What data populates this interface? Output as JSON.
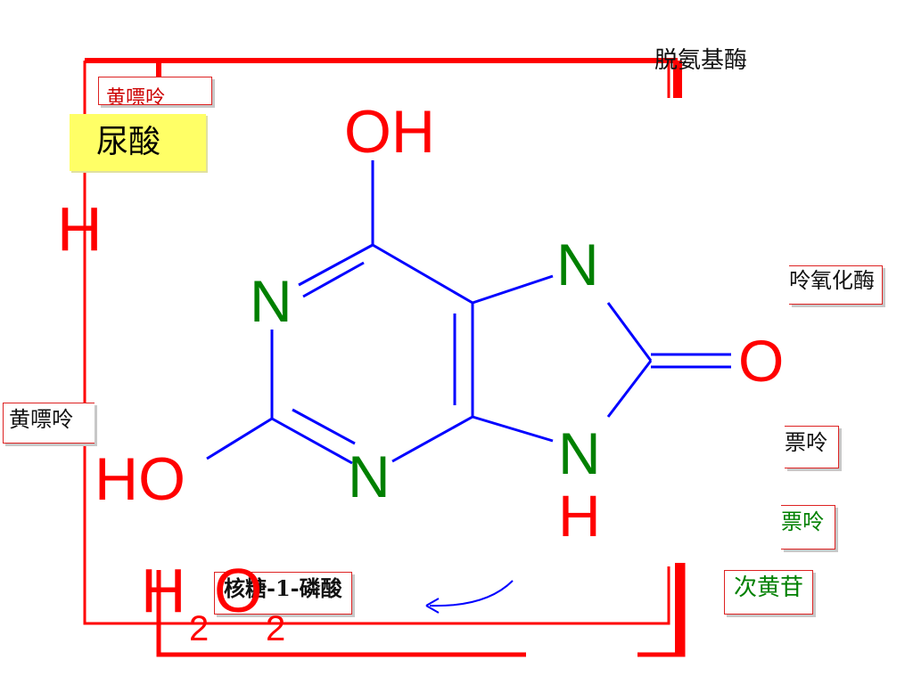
{
  "colors": {
    "frame": "#ff0000",
    "bond": "#0000ff",
    "nitrogen": "#008000",
    "oxygen": "#ff0000",
    "highlight": "#ffff66",
    "arrow": "#0000ff",
    "green_text": "#008000"
  },
  "title_badge": {
    "text": "尿酸"
  },
  "labels": {
    "deaminase": "脱氨基酶",
    "xanthine_top": "黄嘌呤",
    "xanthine_left": "黄嘌呤",
    "oxidase_partial": "呤氧化酶",
    "purine_mid": "票呤",
    "purine_green": "票呤",
    "ribose_phosphate": "核糖-1-磷酸",
    "hypoxanthine_nucleoside": "次黄苷"
  },
  "molecule": {
    "oh_top": "OH",
    "n1": "N",
    "n3": "N",
    "n7": "N",
    "n9": "N",
    "h9": "H",
    "ho_left": "HO",
    "o_right": "O"
  },
  "red_glyphs": {
    "h_left": "H",
    "h2o2_h": "H",
    "h2o2_sub1": "2",
    "h2o2_o": "O",
    "h2o2_sub2": "2"
  }
}
